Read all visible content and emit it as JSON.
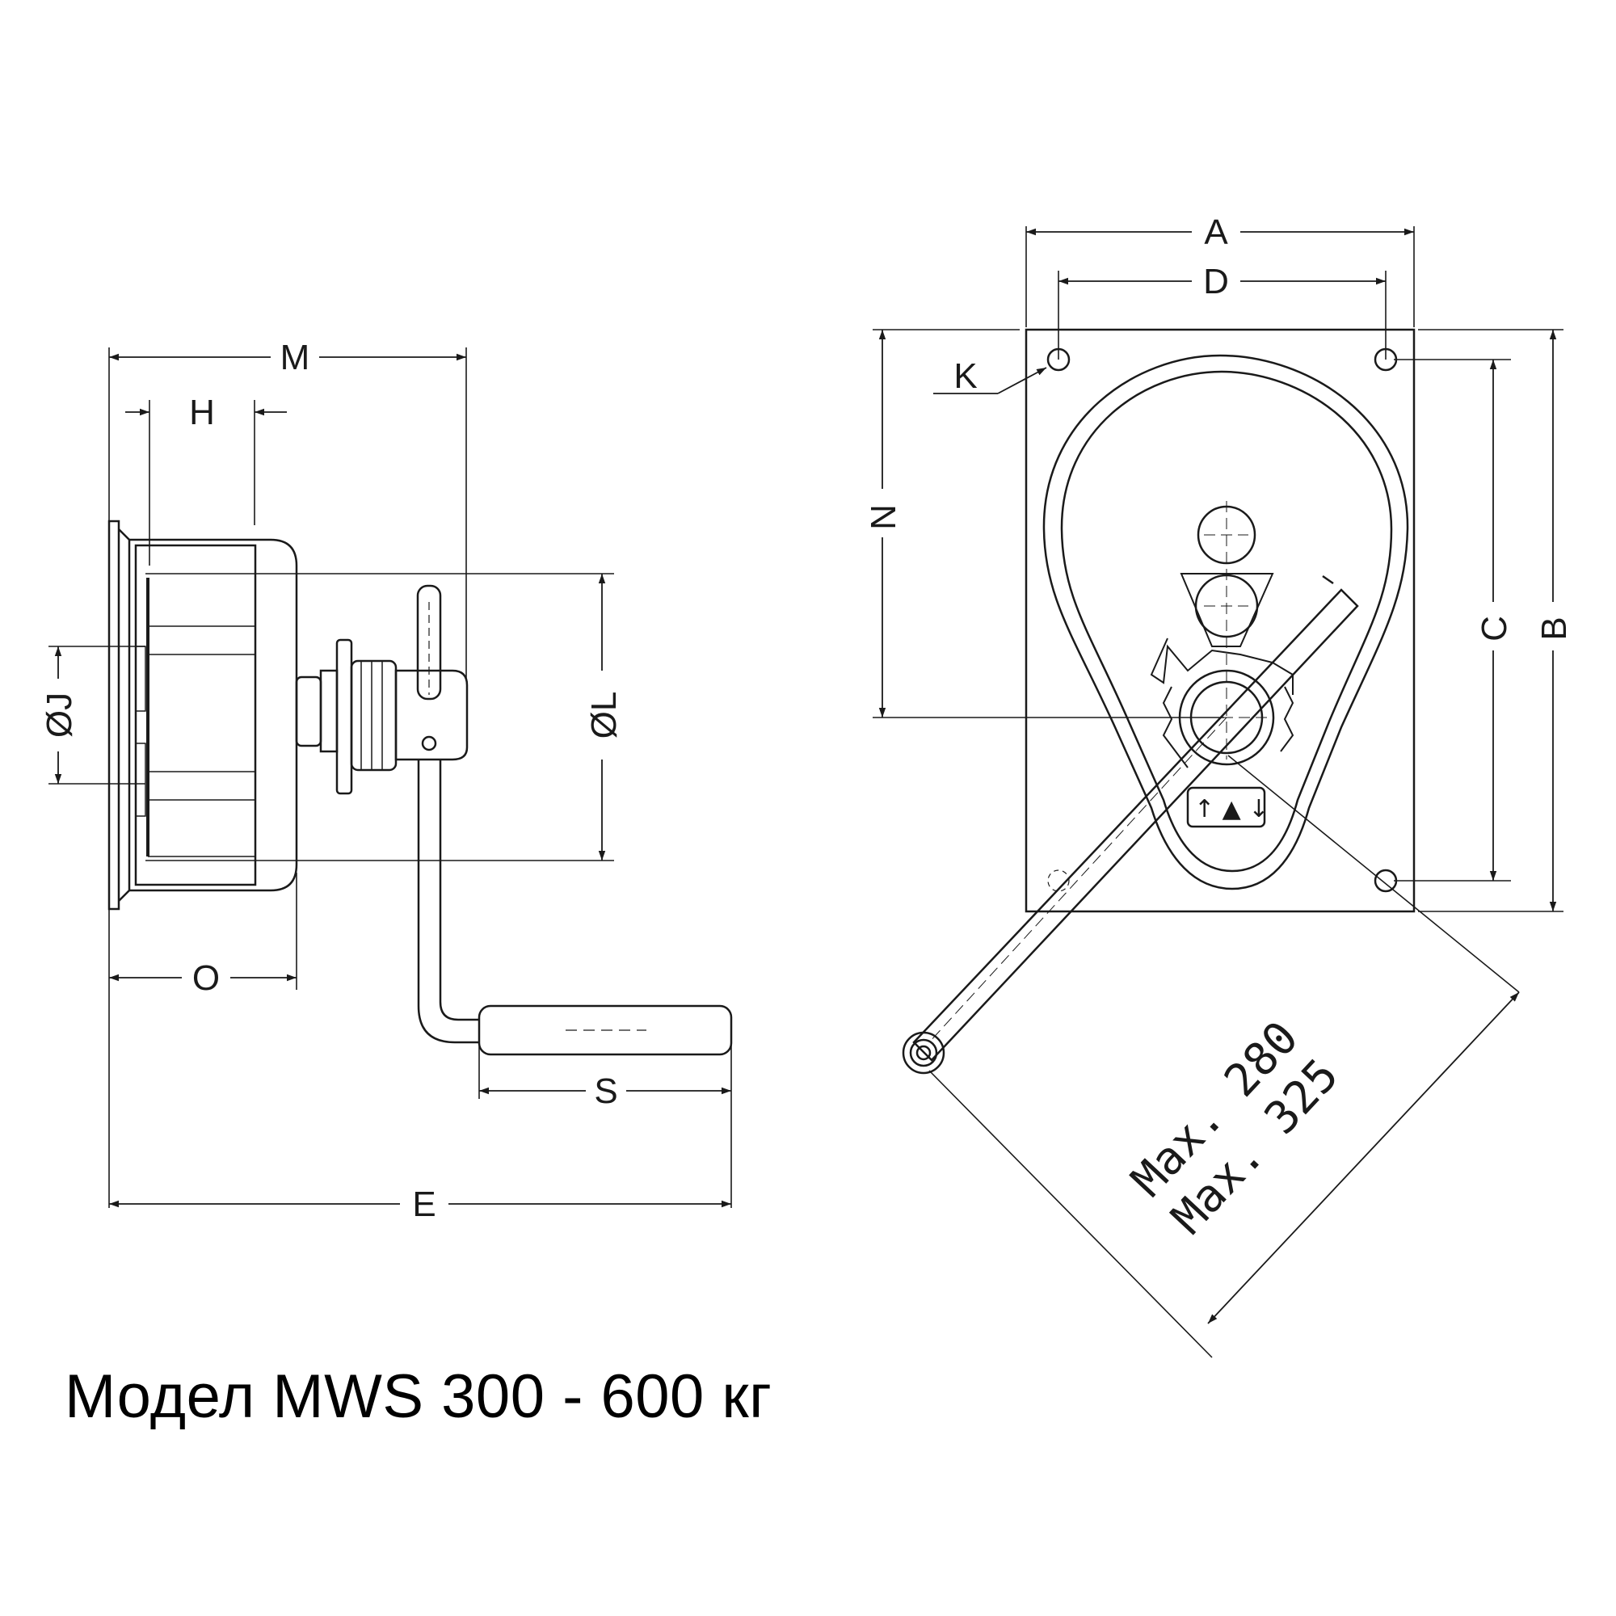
{
  "side_view": {
    "dim_M": "M",
    "dim_H": "H",
    "dim_J": "J",
    "dim_L": "L",
    "dim_O": "O",
    "dim_S": "S",
    "dim_E": "E",
    "diameter_symbol": "Ø"
  },
  "front_view": {
    "dim_A": "A",
    "dim_D": "D",
    "dim_K": "K",
    "dim_N": "N",
    "dim_C": "C",
    "dim_B": "B",
    "max_radius_1": "Max. 280",
    "max_radius_2": "Max. 325"
  },
  "caption": "Модел MWS 300 - 600 кг"
}
